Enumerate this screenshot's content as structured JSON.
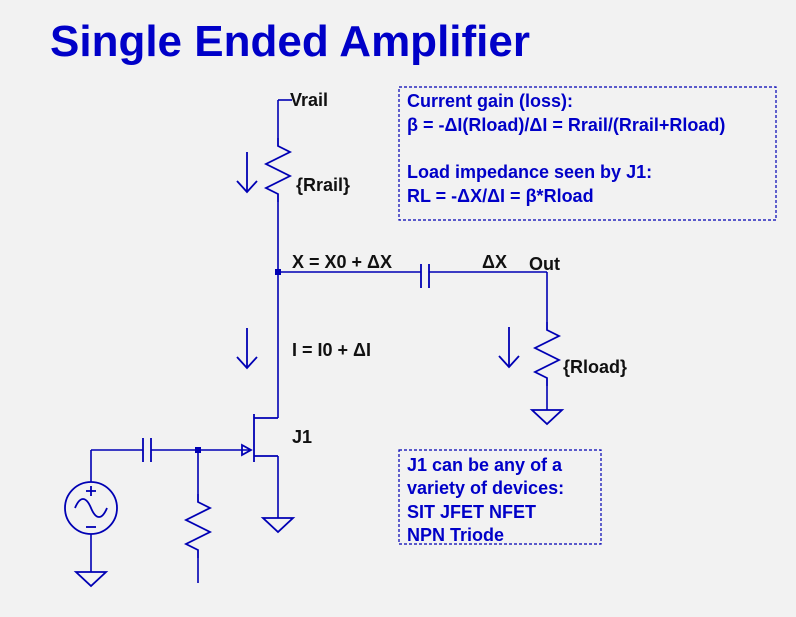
{
  "title": "Single Ended Amplifier",
  "labels": {
    "vrail": "Vrail",
    "rrail": "{Rrail}",
    "node_x": "X = X0 + ΔX",
    "delta_x": "ΔX",
    "out": "Out",
    "current": "I = I0 + ΔI",
    "rload": "{Rload}",
    "j1": "J1"
  },
  "notes": {
    "gain": [
      "Current gain (loss):",
      "β = -ΔI(Rload)/ΔI = Rrail/(Rrail+Rload)",
      "",
      "Load impedance seen by J1:",
      "RL = -ΔX/ΔI = β*Rload"
    ],
    "devices": [
      "J1 can be any of a",
      "variety of devices:",
      "SIT JFET NFET",
      "NPN Triode"
    ]
  },
  "colors": {
    "title": "#0000c8",
    "wire": "#0000b4",
    "background": "#f2f2f2",
    "label": "#111111"
  }
}
